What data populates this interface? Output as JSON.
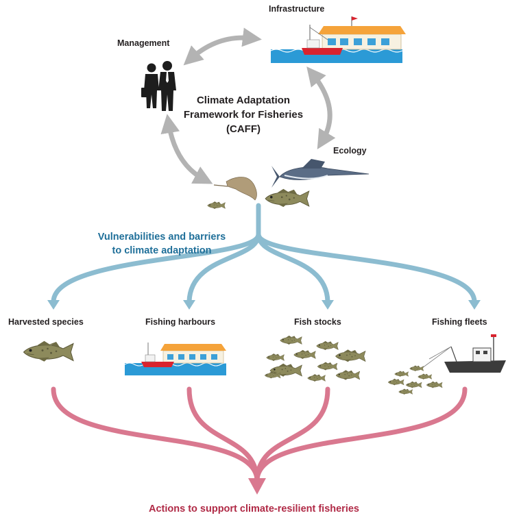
{
  "diagram": {
    "center_title": [
      "Climate Adaptation",
      "Framework for Fisheries",
      "(CAFF)"
    ],
    "cycle_nodes": {
      "infrastructure": "Infrastructure",
      "management": "Management",
      "ecology": "Ecology"
    },
    "vulnerabilities_label": [
      "Vulnerabilities and barriers",
      "to climate adaptation"
    ],
    "branches": [
      {
        "label": "Harvested species"
      },
      {
        "label": "Fishing harbours"
      },
      {
        "label": "Fish stocks"
      },
      {
        "label": "Fishing fleets"
      }
    ],
    "outcome": "Actions to support climate-resilient fisheries",
    "colors": {
      "cycle_arrow": "#b3b3b3",
      "vulnerability_arrow": "#8cbcd0",
      "action_arrow": "#d9788f",
      "vulnerability_text": "#1f6f99",
      "action_text": "#b02a46",
      "water": "#2b9ad6",
      "building_roof": "#f5a33a",
      "fish": "#8a8a5a"
    }
  }
}
